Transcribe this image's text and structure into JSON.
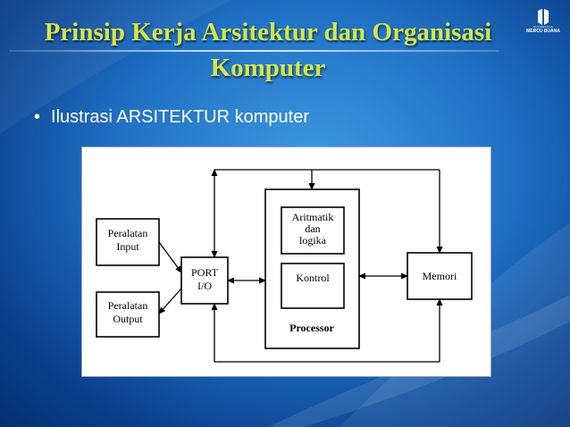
{
  "slide": {
    "title_line1": "Prinsip Kerja Arsitektur dan Organisasi",
    "title_line2": "Komputer",
    "bullet": "Ilustrasi ARSITEKTUR komputer"
  },
  "logo": {
    "small_text": "UNIVERSITAS",
    "name": "MERCU BUANA"
  },
  "diagram": {
    "peralatan_input": [
      "Peralatan",
      "Input"
    ],
    "peralatan_output": [
      "Peralatan",
      "Output"
    ],
    "port_io": [
      "PORT",
      "I/O"
    ],
    "aritmatik": [
      "Aritmatik",
      "dan",
      "logika"
    ],
    "kontrol": "Kontrol",
    "processor": "Processor",
    "memori": "Memori"
  },
  "colors": {
    "title": "#d4e64a",
    "background_dark": "#0b3f8c",
    "background_light": "#3f9be0"
  }
}
